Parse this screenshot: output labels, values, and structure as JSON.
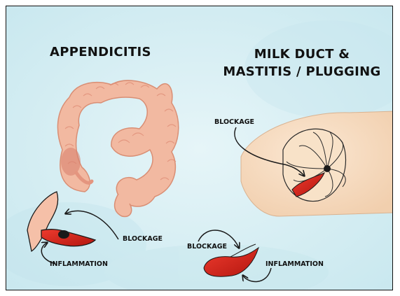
{
  "headings": {
    "appendicitis": "APPENDICITIS",
    "milk_duct_line1": "MILK DUCT &",
    "milk_duct_line2": "MASTITIS / PLUGGING"
  },
  "labels": {
    "breast_blockage": "BLOCKAGE",
    "appendix_blockage": "BLOCKAGE",
    "appendix_inflammation": "INFLAMMATION",
    "duct_blockage": "BLOCKAGE",
    "duct_inflammation": "INFLAMMATION"
  },
  "colors": {
    "background": "#d9eef3",
    "intestine": "#f2b9a1",
    "intestine_shade": "#e4957f",
    "inflamed": "#d62b23",
    "breast": "#f7dcc0",
    "outline": "#1a1a1a"
  }
}
